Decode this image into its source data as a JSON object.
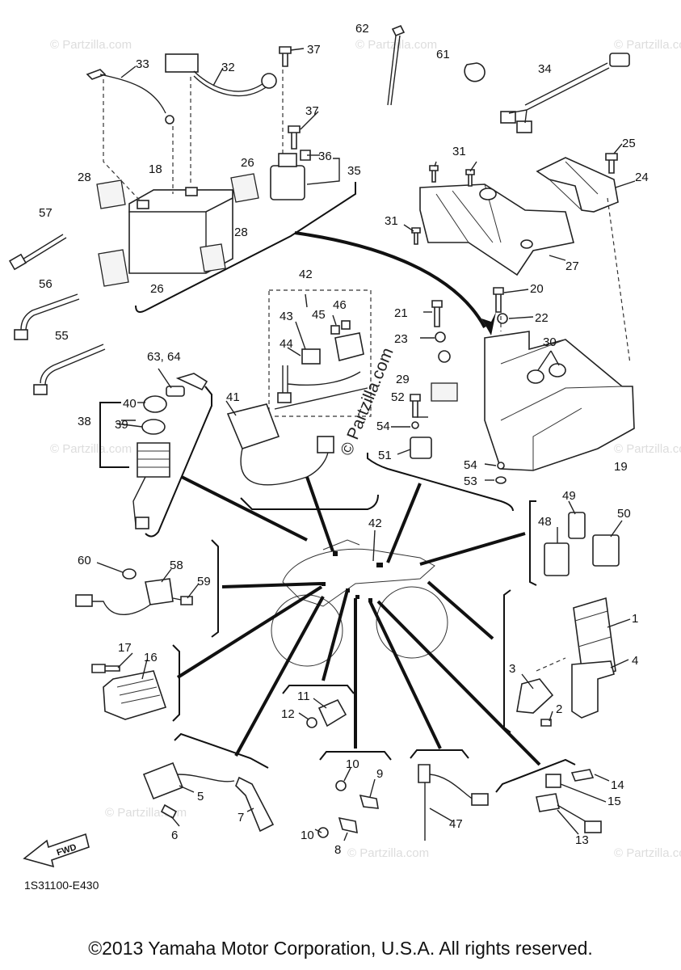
{
  "diagram": {
    "code": "1S31100-E430",
    "fwd": "FWD",
    "watermark_main": "© Partzilla.com",
    "watermark_small": "© Partzilla.com",
    "callouts": [
      {
        "id": "c33",
        "text": "33"
      },
      {
        "id": "c32",
        "text": "32"
      },
      {
        "id": "c37a",
        "text": "37"
      },
      {
        "id": "c62",
        "text": "62"
      },
      {
        "id": "c61",
        "text": "61"
      },
      {
        "id": "c34",
        "text": "34"
      },
      {
        "id": "c37b",
        "text": "37"
      },
      {
        "id": "c36",
        "text": "36"
      },
      {
        "id": "c35",
        "text": "35"
      },
      {
        "id": "c31a",
        "text": "31"
      },
      {
        "id": "c25",
        "text": "25"
      },
      {
        "id": "c24",
        "text": "24"
      },
      {
        "id": "c28a",
        "text": "28"
      },
      {
        "id": "c18",
        "text": "18"
      },
      {
        "id": "c26a",
        "text": "26"
      },
      {
        "id": "c57",
        "text": "57"
      },
      {
        "id": "c28b",
        "text": "28"
      },
      {
        "id": "c26b",
        "text": "26"
      },
      {
        "id": "c31b",
        "text": "31"
      },
      {
        "id": "c27",
        "text": "27"
      },
      {
        "id": "c56",
        "text": "56"
      },
      {
        "id": "c42a",
        "text": "42"
      },
      {
        "id": "c46",
        "text": "46"
      },
      {
        "id": "c43",
        "text": "43"
      },
      {
        "id": "c45",
        "text": "45"
      },
      {
        "id": "c20",
        "text": "20"
      },
      {
        "id": "c21",
        "text": "21"
      },
      {
        "id": "c22",
        "text": "22"
      },
      {
        "id": "c44",
        "text": "44"
      },
      {
        "id": "c55",
        "text": "55"
      },
      {
        "id": "c23",
        "text": "23"
      },
      {
        "id": "c30",
        "text": "30"
      },
      {
        "id": "c6364",
        "text": "63, 64"
      },
      {
        "id": "c29",
        "text": "29"
      },
      {
        "id": "c40",
        "text": "40"
      },
      {
        "id": "c41",
        "text": "41"
      },
      {
        "id": "c52",
        "text": "52"
      },
      {
        "id": "c38",
        "text": "38"
      },
      {
        "id": "c39",
        "text": "39"
      },
      {
        "id": "c54a",
        "text": "54"
      },
      {
        "id": "c51",
        "text": "51"
      },
      {
        "id": "c19",
        "text": "19"
      },
      {
        "id": "c54b",
        "text": "54"
      },
      {
        "id": "c53",
        "text": "53"
      },
      {
        "id": "c49",
        "text": "49"
      },
      {
        "id": "c50",
        "text": "50"
      },
      {
        "id": "c48",
        "text": "48"
      },
      {
        "id": "c42b",
        "text": "42"
      },
      {
        "id": "c60",
        "text": "60"
      },
      {
        "id": "c58",
        "text": "58"
      },
      {
        "id": "c59",
        "text": "59"
      },
      {
        "id": "c1",
        "text": "1"
      },
      {
        "id": "c17",
        "text": "17"
      },
      {
        "id": "c16",
        "text": "16"
      },
      {
        "id": "c4",
        "text": "4"
      },
      {
        "id": "c3",
        "text": "3"
      },
      {
        "id": "c11",
        "text": "11"
      },
      {
        "id": "c2",
        "text": "2"
      },
      {
        "id": "c12",
        "text": "12"
      },
      {
        "id": "c10a",
        "text": "10"
      },
      {
        "id": "c9",
        "text": "9"
      },
      {
        "id": "c14",
        "text": "14"
      },
      {
        "id": "c5",
        "text": "5"
      },
      {
        "id": "c15",
        "text": "15"
      },
      {
        "id": "c7",
        "text": "7"
      },
      {
        "id": "c6",
        "text": "6"
      },
      {
        "id": "c10b",
        "text": "10"
      },
      {
        "id": "c47",
        "text": "47"
      },
      {
        "id": "c13",
        "text": "13"
      },
      {
        "id": "c8",
        "text": "8"
      }
    ]
  },
  "footer": {
    "copyright": "©2013 Yamaha Motor Corporation, U.S.A. All rights reserved."
  }
}
